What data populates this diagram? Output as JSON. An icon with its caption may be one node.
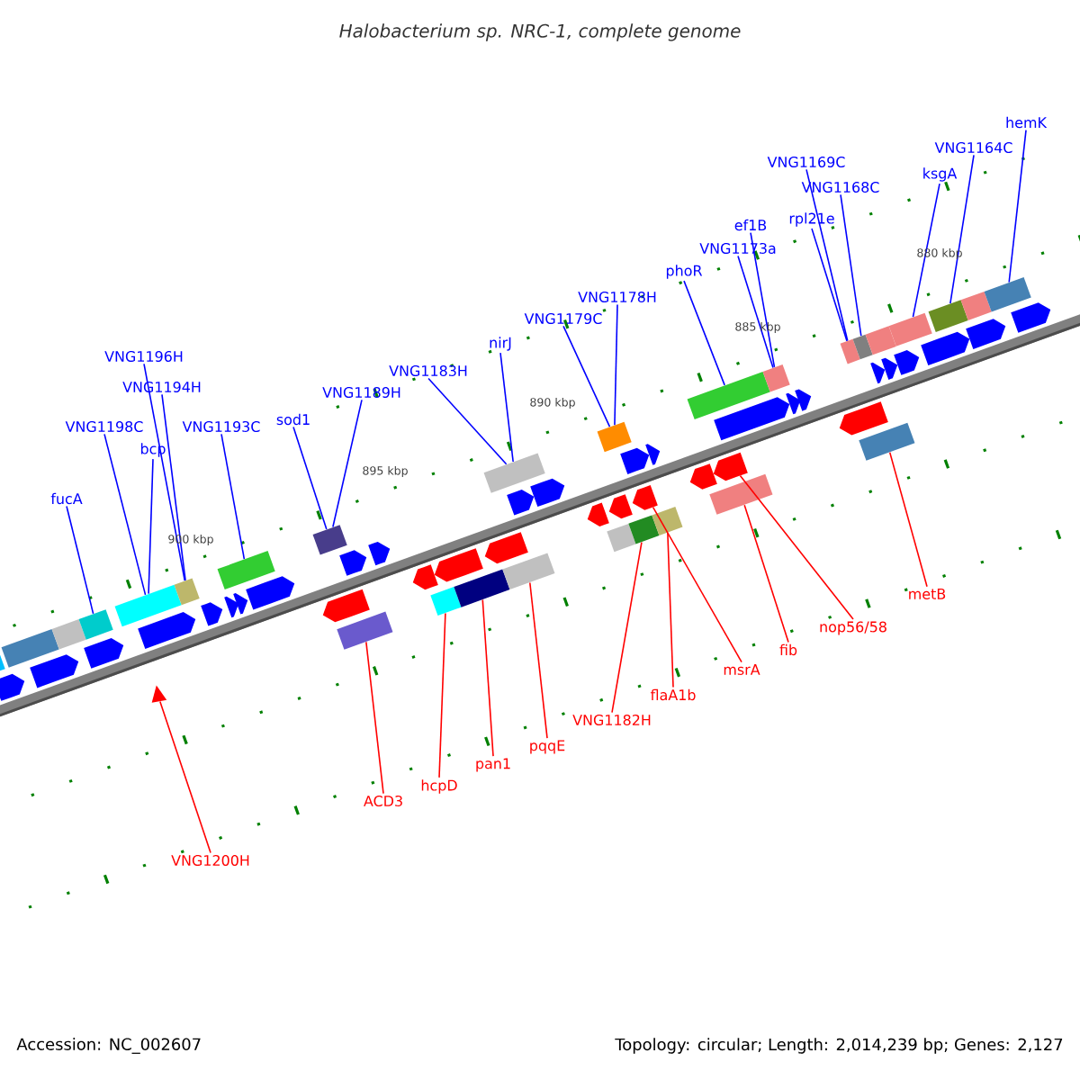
{
  "diagram": {
    "title": "Halobacterium sp. NRC-1, complete genome",
    "nodes": [
      {
        "text": [
          "hemK"
        ]
      },
      {
        "text": [
          "VNG1164C"
        ]
      },
      {
        "text": [
          "ksgA"
        ]
      },
      {
        "text": [
          "VNG1169C"
        ]
      },
      {
        "text": [
          "VNG1168C"
        ]
      },
      {
        "text": [
          "rpl21e"
        ]
      },
      {
        "text": [
          "ef1B"
        ]
      },
      {
        "text": [
          "VNG1173a"
        ]
      },
      {
        "text": [
          "phoR"
        ]
      },
      {
        "text": [
          "VNG1178H"
        ]
      },
      {
        "text": [
          "VNG1179C"
        ]
      },
      {
        "text": [
          "nirJ"
        ]
      },
      {
        "text": [
          "VNG1183H"
        ]
      },
      {
        "text": [
          "VNG1189H"
        ]
      },
      {
        "text": [
          "sod1"
        ]
      },
      {
        "text": [
          "VNG1193C"
        ]
      },
      {
        "text": [
          "VNG1196H"
        ]
      },
      {
        "text": [
          "VNG1194H"
        ]
      },
      {
        "text": [
          "bcp"
        ]
      },
      {
        "text": [
          "VNG1198C"
        ]
      },
      {
        "text": [
          "fucA"
        ]
      },
      {
        "text": [
          "VNG1200H"
        ]
      },
      {
        "text": [
          "ACD3"
        ]
      },
      {
        "text": [
          "hcpD"
        ]
      },
      {
        "text": [
          "pan1"
        ]
      },
      {
        "text": [
          "pqqE"
        ]
      },
      {
        "text": [
          "VNG1182H"
        ]
      },
      {
        "text": [
          "flaA1b"
        ]
      },
      {
        "text": [
          "msrA"
        ]
      },
      {
        "text": [
          "fib"
        ]
      },
      {
        "text": [
          "nop56/58"
        ]
      },
      {
        "text": [
          "metB"
        ]
      },
      {
        "text": [],
        "shape": "box"
      },
      {
        "text": [],
        "shape": "pentagon"
      },
      {
        "text": [],
        "shape": "box"
      },
      {
        "text": [],
        "shape": "pentagon"
      },
      {
        "text": [],
        "shape": "box"
      },
      {
        "text": [],
        "shape": "pentagon"
      },
      {
        "text": [],
        "shape": "box"
      },
      {
        "text": [],
        "shape": "box"
      },
      {
        "text": [],
        "shape": "pentagon"
      },
      {
        "text": [],
        "shape": "triangle"
      },
      {
        "text": [],
        "shape": "box"
      },
      {
        "text": [],
        "shape": "pentagon"
      },
      {
        "text": [],
        "shape": "pentagon"
      },
      {
        "text": [],
        "shape": "box"
      },
      {
        "text": [],
        "shape": "pentagon"
      },
      {
        "text": [],
        "shape": "pentagon"
      },
      {
        "text": [],
        "shape": "pentagon"
      },
      {
        "text": [],
        "shape": "box"
      },
      {
        "text": [],
        "shape": "box"
      },
      {
        "text": [],
        "shape": "pentagon"
      },
      {
        "text": [],
        "shape": "pentagon"
      },
      {
        "text": [],
        "shape": "pentagon"
      },
      {
        "text": [],
        "shape": "box"
      },
      {
        "text": [],
        "shape": "pentagon"
      },
      {
        "text": [],
        "shape": "box"
      },
      {
        "text": [],
        "shape": "pentagon"
      },
      {
        "text": [],
        "shape": "box"
      },
      {
        "text": [],
        "shape": "box"
      },
      {
        "text": [],
        "shape": "pentagon"
      },
      {
        "text": [],
        "shape": "pentagon"
      },
      {
        "text": [],
        "shape": "pentagon"
      },
      {
        "text": [],
        "shape": "box"
      },
      {
        "text": [],
        "shape": "pentagon"
      },
      {
        "text": [],
        "shape": "box"
      },
      {
        "text": [],
        "shape": "box"
      },
      {
        "text": [],
        "shape": "pentagon"
      },
      {
        "text": [],
        "shape": "pentagon"
      },
      {
        "text": [],
        "shape": "box"
      },
      {
        "text": [],
        "shape": "pentagon"
      },
      {
        "text": [],
        "shape": "pentagon"
      },
      {
        "text": [],
        "shape": "box"
      },
      {
        "text": [],
        "shape": "box"
      },
      {
        "text": [],
        "shape": "pentagon"
      },
      {
        "text": [],
        "shape": "pentagon"
      },
      {
        "text": [],
        "shape": "box"
      },
      {
        "text": [],
        "shape": "pentagon"
      },
      {
        "text": [],
        "shape": "pentagon"
      },
      {
        "text": [],
        "shape": "pentagon"
      },
      {
        "text": [],
        "shape": "box"
      },
      {
        "text": [],
        "shape": "box"
      },
      {
        "text": [],
        "shape": "box"
      },
      {
        "text": [],
        "shape": "pentagon"
      },
      {
        "text": [],
        "shape": "box"
      },
      {
        "text": [],
        "shape": "pentagon"
      },
      {
        "text": [],
        "shape": "pentagon"
      },
      {
        "text": [],
        "shape": "box"
      },
      {
        "text": [],
        "shape": "pentagon"
      },
      {
        "text": [],
        "shape": "box"
      },
      {
        "text": [],
        "shape": "pentagon"
      },
      {
        "text": [],
        "shape": "box"
      },
      {
        "text": [],
        "shape": "box"
      },
      {
        "text": [],
        "shape": "pentagon"
      }
    ],
    "edges": [
      {
        "from": 0,
        "to": 92,
        "arrow": "none"
      },
      {
        "from": 1,
        "to": 89,
        "arrow": "none"
      },
      {
        "from": 2,
        "to": 87,
        "arrow": "none"
      },
      {
        "from": 3,
        "to": 81,
        "arrow": "none"
      },
      {
        "from": 4,
        "to": 82,
        "arrow": "none"
      },
      {
        "from": 5,
        "to": 81,
        "arrow": "none"
      },
      {
        "from": 6,
        "to": 76,
        "arrow": "none"
      },
      {
        "from": 7,
        "to": 76,
        "arrow": "none"
      },
      {
        "from": 8,
        "to": 73,
        "arrow": "none"
      },
      {
        "from": 9,
        "to": 66,
        "arrow": "none"
      },
      {
        "from": 10,
        "to": 66,
        "arrow": "none"
      },
      {
        "from": 11,
        "to": 59,
        "arrow": "none"
      },
      {
        "from": 12,
        "to": 59,
        "arrow": "none"
      },
      {
        "from": 13,
        "to": 50,
        "arrow": "none"
      },
      {
        "from": 14,
        "to": 50,
        "arrow": "none"
      },
      {
        "from": 15,
        "to": 45,
        "arrow": "none"
      },
      {
        "from": 16,
        "to": 42,
        "arrow": "none"
      },
      {
        "from": 17,
        "to": 42,
        "arrow": "none"
      },
      {
        "from": 18,
        "to": 39,
        "arrow": "none"
      },
      {
        "from": 19,
        "to": 39,
        "arrow": "none"
      },
      {
        "from": 20,
        "to": 38,
        "arrow": "none"
      },
      {
        "from": 21,
        "to": 41,
        "arrow": "none",
        "color": "#ff0000"
      },
      {
        "from": 22,
        "to": 49,
        "arrow": "none",
        "color": "#ff0000"
      },
      {
        "from": 23,
        "to": 54,
        "arrow": "none",
        "color": "#ff0000"
      },
      {
        "from": 24,
        "to": 56,
        "arrow": "none",
        "color": "#ff0000"
      },
      {
        "from": 25,
        "to": 58,
        "arrow": "none",
        "color": "#ff0000"
      },
      {
        "from": 26,
        "to": 65,
        "arrow": "none",
        "color": "#ff0000"
      },
      {
        "from": 27,
        "to": 69,
        "arrow": "none",
        "color": "#ff0000"
      },
      {
        "from": 28,
        "to": 68,
        "arrow": "none",
        "color": "#ff0000"
      },
      {
        "from": 29,
        "to": 72,
        "arrow": "none",
        "color": "#ff0000"
      },
      {
        "from": 30,
        "to": 74,
        "arrow": "none",
        "color": "#ff0000"
      },
      {
        "from": 31,
        "to": 80,
        "arrow": "none",
        "color": "#ff0000"
      }
    ],
    "labels": [
      "880 kbp",
      "885 kbp",
      "890 kbp",
      "895 kbp",
      "900 kbp",
      "Accession: NC_002607",
      "Topology: circular; Length: 2,014,239 bp; Genes: 2,127"
    ]
  }
}
